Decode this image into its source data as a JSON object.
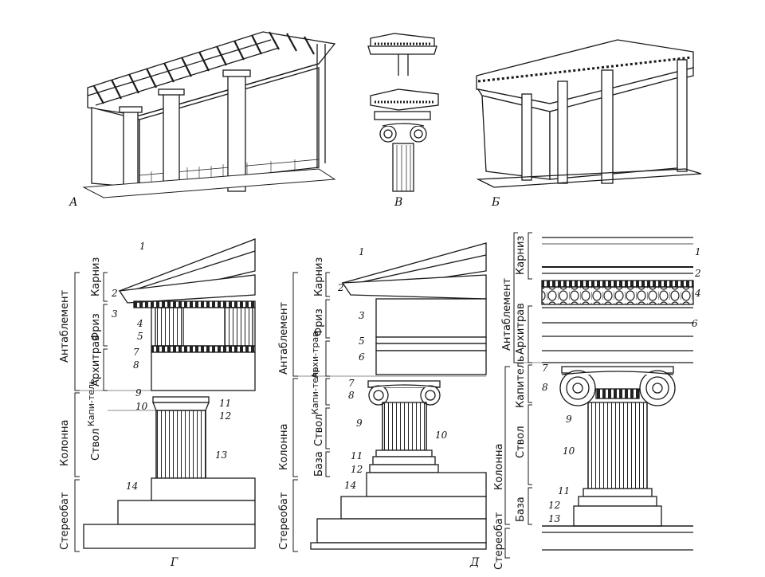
{
  "figure_labels": {
    "A": "А",
    "B": "Б",
    "V": "В",
    "G": "Г",
    "D": "Д"
  },
  "panel_g": {
    "parts": {
      "entablature": "Антаблемент",
      "cornice": "Карниз",
      "frieze": "Фриз",
      "architrave": "Архитрав",
      "column": "Колонна",
      "capital": "Капи-тель",
      "shaft": "Ствол",
      "stylobate": "Стереобат"
    },
    "numbers": [
      "1",
      "2",
      "3",
      "4",
      "5",
      "7",
      "8",
      "9",
      "10",
      "11",
      "12",
      "13",
      "14"
    ]
  },
  "panel_d": {
    "parts": {
      "entablature": "Антаблемент",
      "cornice": "Карниз",
      "frieze": "Фриз",
      "architrave": "Архи-трав",
      "column": "Колонна",
      "capital": "Капи-тель",
      "shaft": "Ствол",
      "base": "База",
      "stylobate": "Стереобат"
    },
    "numbers": [
      "1",
      "2",
      "3",
      "5",
      "6",
      "7",
      "8",
      "9",
      "10",
      "11",
      "12",
      "14"
    ]
  },
  "panel_e": {
    "parts": {
      "entablature": "Антаблемент",
      "cornice": "Карниз",
      "architrave": "Архитрав",
      "capital": "Капитель",
      "column": "Колонна",
      "shaft": "Ствол",
      "base": "База",
      "stylobate": "Стереобат"
    },
    "numbers": [
      "1",
      "2",
      "4",
      "6",
      "7",
      "8",
      "9",
      "10",
      "11",
      "12",
      "13"
    ]
  }
}
